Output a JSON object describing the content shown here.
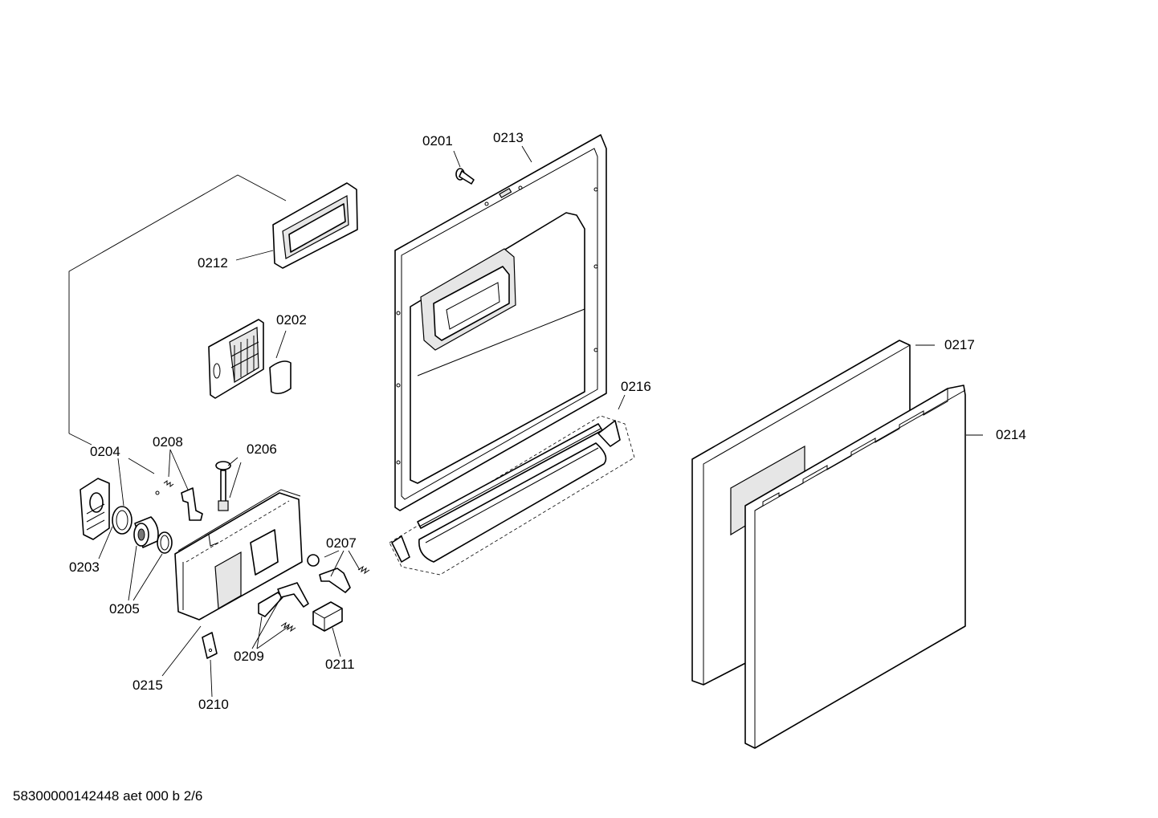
{
  "labels": {
    "p0201": "0201",
    "p0202": "0202",
    "p0203": "0203",
    "p0204": "0204",
    "p0205": "0205",
    "p0206": "0206",
    "p0207": "0207",
    "p0208": "0208",
    "p0209": "0209",
    "p0210": "0210",
    "p0211": "0211",
    "p0212": "0212",
    "p0213": "0213",
    "p0214": "0214",
    "p0215": "0215",
    "p0216": "0216",
    "p0217": "0217"
  },
  "footer": {
    "code": "58300000142448 aet 000 b 2/6"
  }
}
